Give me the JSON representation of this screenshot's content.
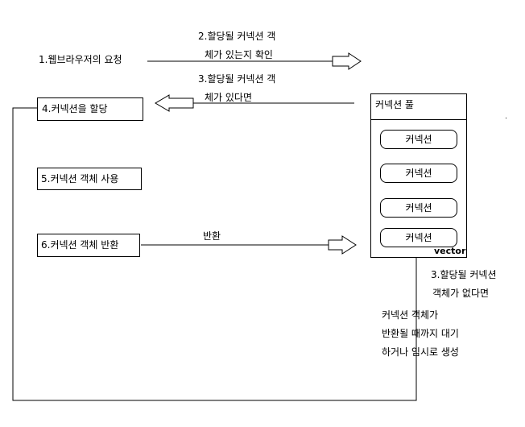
{
  "steps": {
    "request": "1.웹브라우저의 요청",
    "check_line1": "2.할당될 커넥션 객",
    "check_line2": "체가 있는지 확인",
    "exists_line1": "3.할당될 커넥션 객",
    "exists_line2": "체가 있다면",
    "allocate": "4.커넥션을 할당",
    "use": "5.커넥션 객체 사용",
    "return": "6.커넥션 객체 반환",
    "return_arrow_label": "반환",
    "none_line1": "3.할당될 커넥션",
    "none_line2": "객체가 없다면",
    "wait_line1": "커넥션 객체가",
    "wait_line2": "반환될 때까지 대기",
    "wait_line3": "하거나 임시로 생성"
  },
  "pool": {
    "title": "커넥션 풀",
    "footer": "vector",
    "connections": [
      "커넥션",
      "커넥션",
      "커넥션",
      "커넥션"
    ]
  }
}
